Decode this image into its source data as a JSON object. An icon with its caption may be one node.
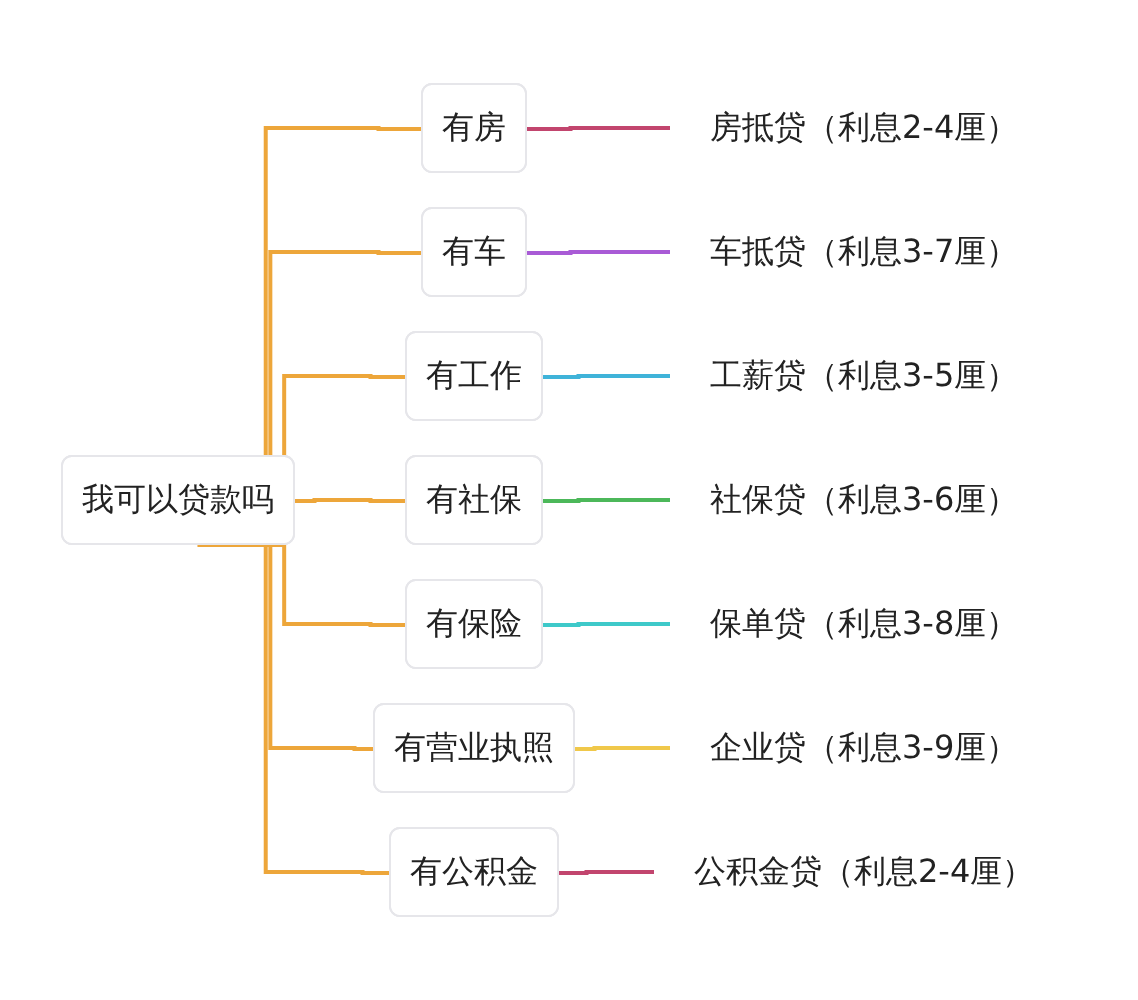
{
  "diagram": {
    "nodes": [
      {
        "text": [
          "我可以贷款吗"
        ]
      },
      {
        "text": [
          "有房"
        ]
      },
      {
        "text": [
          "有车"
        ]
      },
      {
        "text": [
          "有工作"
        ]
      },
      {
        "text": [
          "有社保"
        ]
      },
      {
        "text": [
          "有保险"
        ]
      },
      {
        "text": [
          "有营业执照"
        ]
      },
      {
        "text": [
          "有公积金"
        ]
      },
      {
        "text": [
          "房抵贷（利息2-4厘）"
        ]
      },
      {
        "text": [
          "车抵贷（利息3-7厘）"
        ]
      },
      {
        "text": [
          "工薪贷（利息3-5厘）"
        ]
      },
      {
        "text": [
          "社保贷（利息3-6厘）"
        ]
      },
      {
        "text": [
          "保单贷（利息3-8厘）"
        ]
      },
      {
        "text": [
          "企业贷（利息3-9厘）"
        ]
      },
      {
        "text": [
          "公积金贷（利息2-4厘）"
        ]
      }
    ],
    "edges": [
      {
        "from": 0,
        "to": 1,
        "arrow": "none",
        "color": "#eda63a"
      },
      {
        "from": 0,
        "to": 2,
        "arrow": "none",
        "color": "#eda63a"
      },
      {
        "from": 0,
        "to": 3,
        "arrow": "none",
        "color": "#eda63a"
      },
      {
        "from": 0,
        "to": 4,
        "arrow": "none",
        "color": "#eda63a"
      },
      {
        "from": 0,
        "to": 5,
        "arrow": "none",
        "color": "#eda63a"
      },
      {
        "from": 0,
        "to": 6,
        "arrow": "none",
        "color": "#eda63a"
      },
      {
        "from": 0,
        "to": 7,
        "arrow": "none",
        "color": "#eda63a"
      },
      {
        "from": 1,
        "to": 8,
        "arrow": "none",
        "color": "#c2456e"
      },
      {
        "from": 2,
        "to": 9,
        "arrow": "none",
        "color": "#a95bd6"
      },
      {
        "from": 3,
        "to": 10,
        "arrow": "none",
        "color": "#3fb3d9"
      },
      {
        "from": 4,
        "to": 11,
        "arrow": "none",
        "color": "#4cb85a"
      },
      {
        "from": 5,
        "to": 12,
        "arrow": "none",
        "color": "#3ec9c9"
      },
      {
        "from": 6,
        "to": 13,
        "arrow": "none",
        "color": "#f0c84a"
      },
      {
        "from": 7,
        "to": 14,
        "arrow": "none",
        "color": "#c2456e"
      }
    ]
  }
}
